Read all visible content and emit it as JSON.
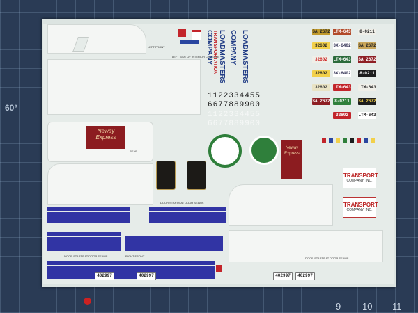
{
  "mat": {
    "angle_label": "60°",
    "ruler_numbers": [
      "9",
      "10",
      "11"
    ]
  },
  "sheet": {
    "top_labels": {
      "left_front": "LEFT FRONT",
      "left_side": "LEFT SIDE OF INTERIOR CONSOLE"
    },
    "vertical_brand": {
      "line1": "LOADMASTERS",
      "line2": "TRANSPORTATION",
      "line3": "COMPANY"
    },
    "digit_rows": [
      "1122334455",
      "6677889900",
      "1122334455",
      "6677889900"
    ],
    "red_sign_left": {
      "line1": "Neway",
      "line2": "Express"
    },
    "red_sign_right": {
      "line1": "Neway",
      "line2": "Express"
    },
    "transport_plate": {
      "line1": "TRANSPORT",
      "line2": "COMPANY, INC."
    },
    "plates": [
      "SA 2672",
      "LTM-643",
      "32602",
      "3X-6402",
      "8-0211",
      "SA 2672",
      "32602",
      "LTM-643"
    ],
    "labels": {
      "right_front": "RIGHT FRONT",
      "rear": "REAR",
      "door_starts": "DOOR STARTS AT DOOR SEAMS"
    },
    "bottom_plates": [
      "402997",
      "402997"
    ]
  },
  "colors": {
    "mat": "#2a3b55",
    "sheet": "#e6ece9",
    "stripe_blue": "#3134a4",
    "sign_red": "#8c1c20",
    "badge_green": "#2f7f3b"
  }
}
